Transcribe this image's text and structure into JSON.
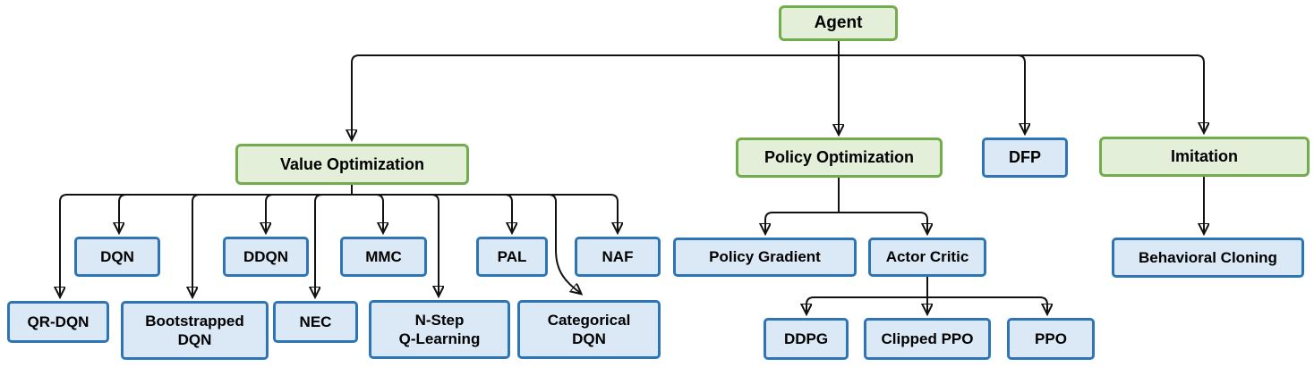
{
  "diagram": {
    "description": "Reinforcement learning agent type hierarchy",
    "colors": {
      "green_fill": "#e3efd9",
      "green_border": "#72ac4d",
      "blue_fill": "#dbe9f6",
      "blue_border": "#2e75b6",
      "line": "#111111",
      "background": "#ffffff"
    },
    "nodes": {
      "agent": {
        "label": "Agent"
      },
      "value_optimization": {
        "label": "Value Optimization"
      },
      "policy_optimization": {
        "label": "Policy Optimization"
      },
      "dfp": {
        "label": "DFP"
      },
      "imitation": {
        "label": "Imitation"
      },
      "dqn": {
        "label": "DQN"
      },
      "ddqn": {
        "label": "DDQN"
      },
      "mmc": {
        "label": "MMC"
      },
      "pal": {
        "label": "PAL"
      },
      "naf": {
        "label": "NAF"
      },
      "qr_dqn": {
        "label": "QR-DQN"
      },
      "bootstrapped_dqn": {
        "label": "Bootstrapped\nDQN"
      },
      "nec": {
        "label": "NEC"
      },
      "nstep_q_learning": {
        "label": "N-Step\nQ-Learning"
      },
      "categorical_dqn": {
        "label": "Categorical\nDQN"
      },
      "policy_gradient": {
        "label": "Policy Gradient"
      },
      "actor_critic": {
        "label": "Actor Critic"
      },
      "ddpg": {
        "label": "DDPG"
      },
      "clipped_ppo": {
        "label": "Clipped PPO"
      },
      "ppo": {
        "label": "PPO"
      },
      "behavioral_cloning": {
        "label": "Behavioral Cloning"
      }
    },
    "edges": [
      "agent->value_optimization",
      "agent->policy_optimization",
      "agent->dfp",
      "agent->imitation",
      "value_optimization->qr_dqn",
      "value_optimization->dqn",
      "value_optimization->bootstrapped_dqn",
      "value_optimization->ddqn",
      "value_optimization->nec",
      "value_optimization->mmc",
      "value_optimization->nstep_q_learning",
      "value_optimization->pal",
      "value_optimization->categorical_dqn",
      "value_optimization->naf",
      "policy_optimization->policy_gradient",
      "policy_optimization->actor_critic",
      "actor_critic->ddpg",
      "actor_critic->clipped_ppo",
      "actor_critic->ppo",
      "imitation->behavioral_cloning"
    ]
  }
}
